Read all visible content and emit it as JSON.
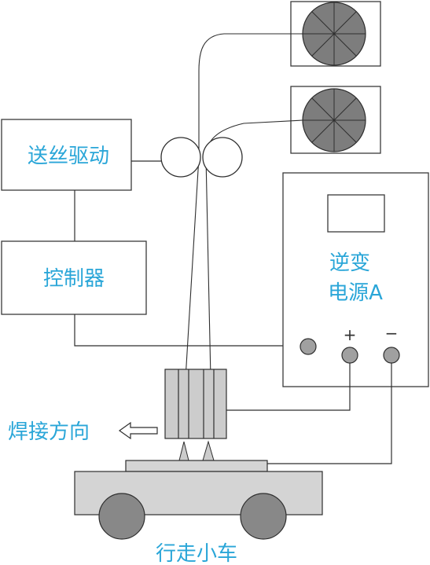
{
  "labels": {
    "wire_feed_drive": "送丝驱动",
    "controller": "控制器",
    "power_source_line1": "逆变",
    "power_source_line2": "电源A",
    "welding_direction": "焊接方向",
    "carriage": "行走小车",
    "plus": "+",
    "minus": "−"
  },
  "colors": {
    "label_text": "#2aa6d8",
    "stroke": "#2e2e2e",
    "spool_fill": "#7d7d7d",
    "roller_fill": "#ffffff",
    "terminal_fill": "#a0a0a0",
    "torch_fill": "#cccccc",
    "carriage_fill": "#d4d4d4",
    "wheel_fill": "#888888"
  },
  "icons": {
    "direction_arrow": "left-hollow-arrow-icon"
  }
}
